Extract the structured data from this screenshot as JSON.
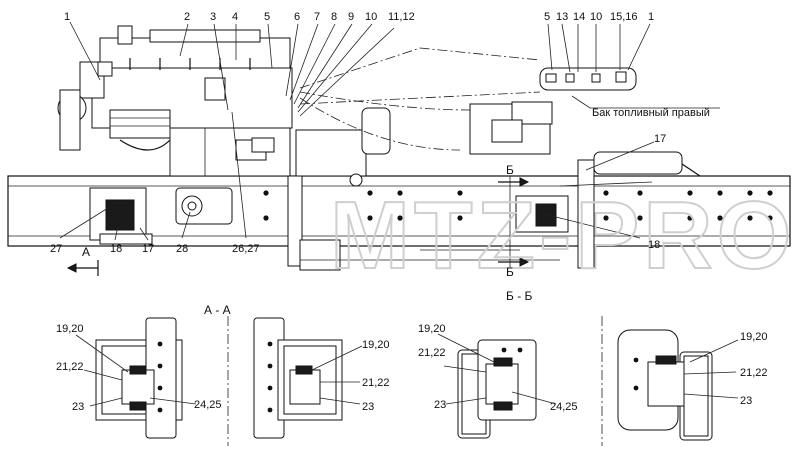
{
  "diagram": {
    "top_callouts": [
      "1",
      "2",
      "3",
      "4",
      "5",
      "6",
      "7",
      "8",
      "9",
      "10",
      "11,12"
    ],
    "tank_callouts": [
      "5",
      "13",
      "14",
      "10",
      "15,16",
      "1"
    ],
    "tank_label": "Бак топливный правый",
    "side_callouts": [
      "17",
      "27",
      "18",
      "17",
      "28",
      "26,27",
      "18"
    ],
    "section_marks": [
      "А",
      "Б",
      "Б"
    ],
    "section_titles": [
      "А - А",
      "Б - Б"
    ],
    "detail_callouts": {
      "d1": [
        "19,20",
        "21,22",
        "23",
        "24,25"
      ],
      "d2": [
        "19,20",
        "21,22",
        "23"
      ],
      "d3": [
        "19,20",
        "21,22",
        "23",
        "24,25"
      ],
      "d4": [
        "19,20",
        "21,22",
        "23"
      ]
    },
    "watermark": "MTZ-PRO"
  }
}
